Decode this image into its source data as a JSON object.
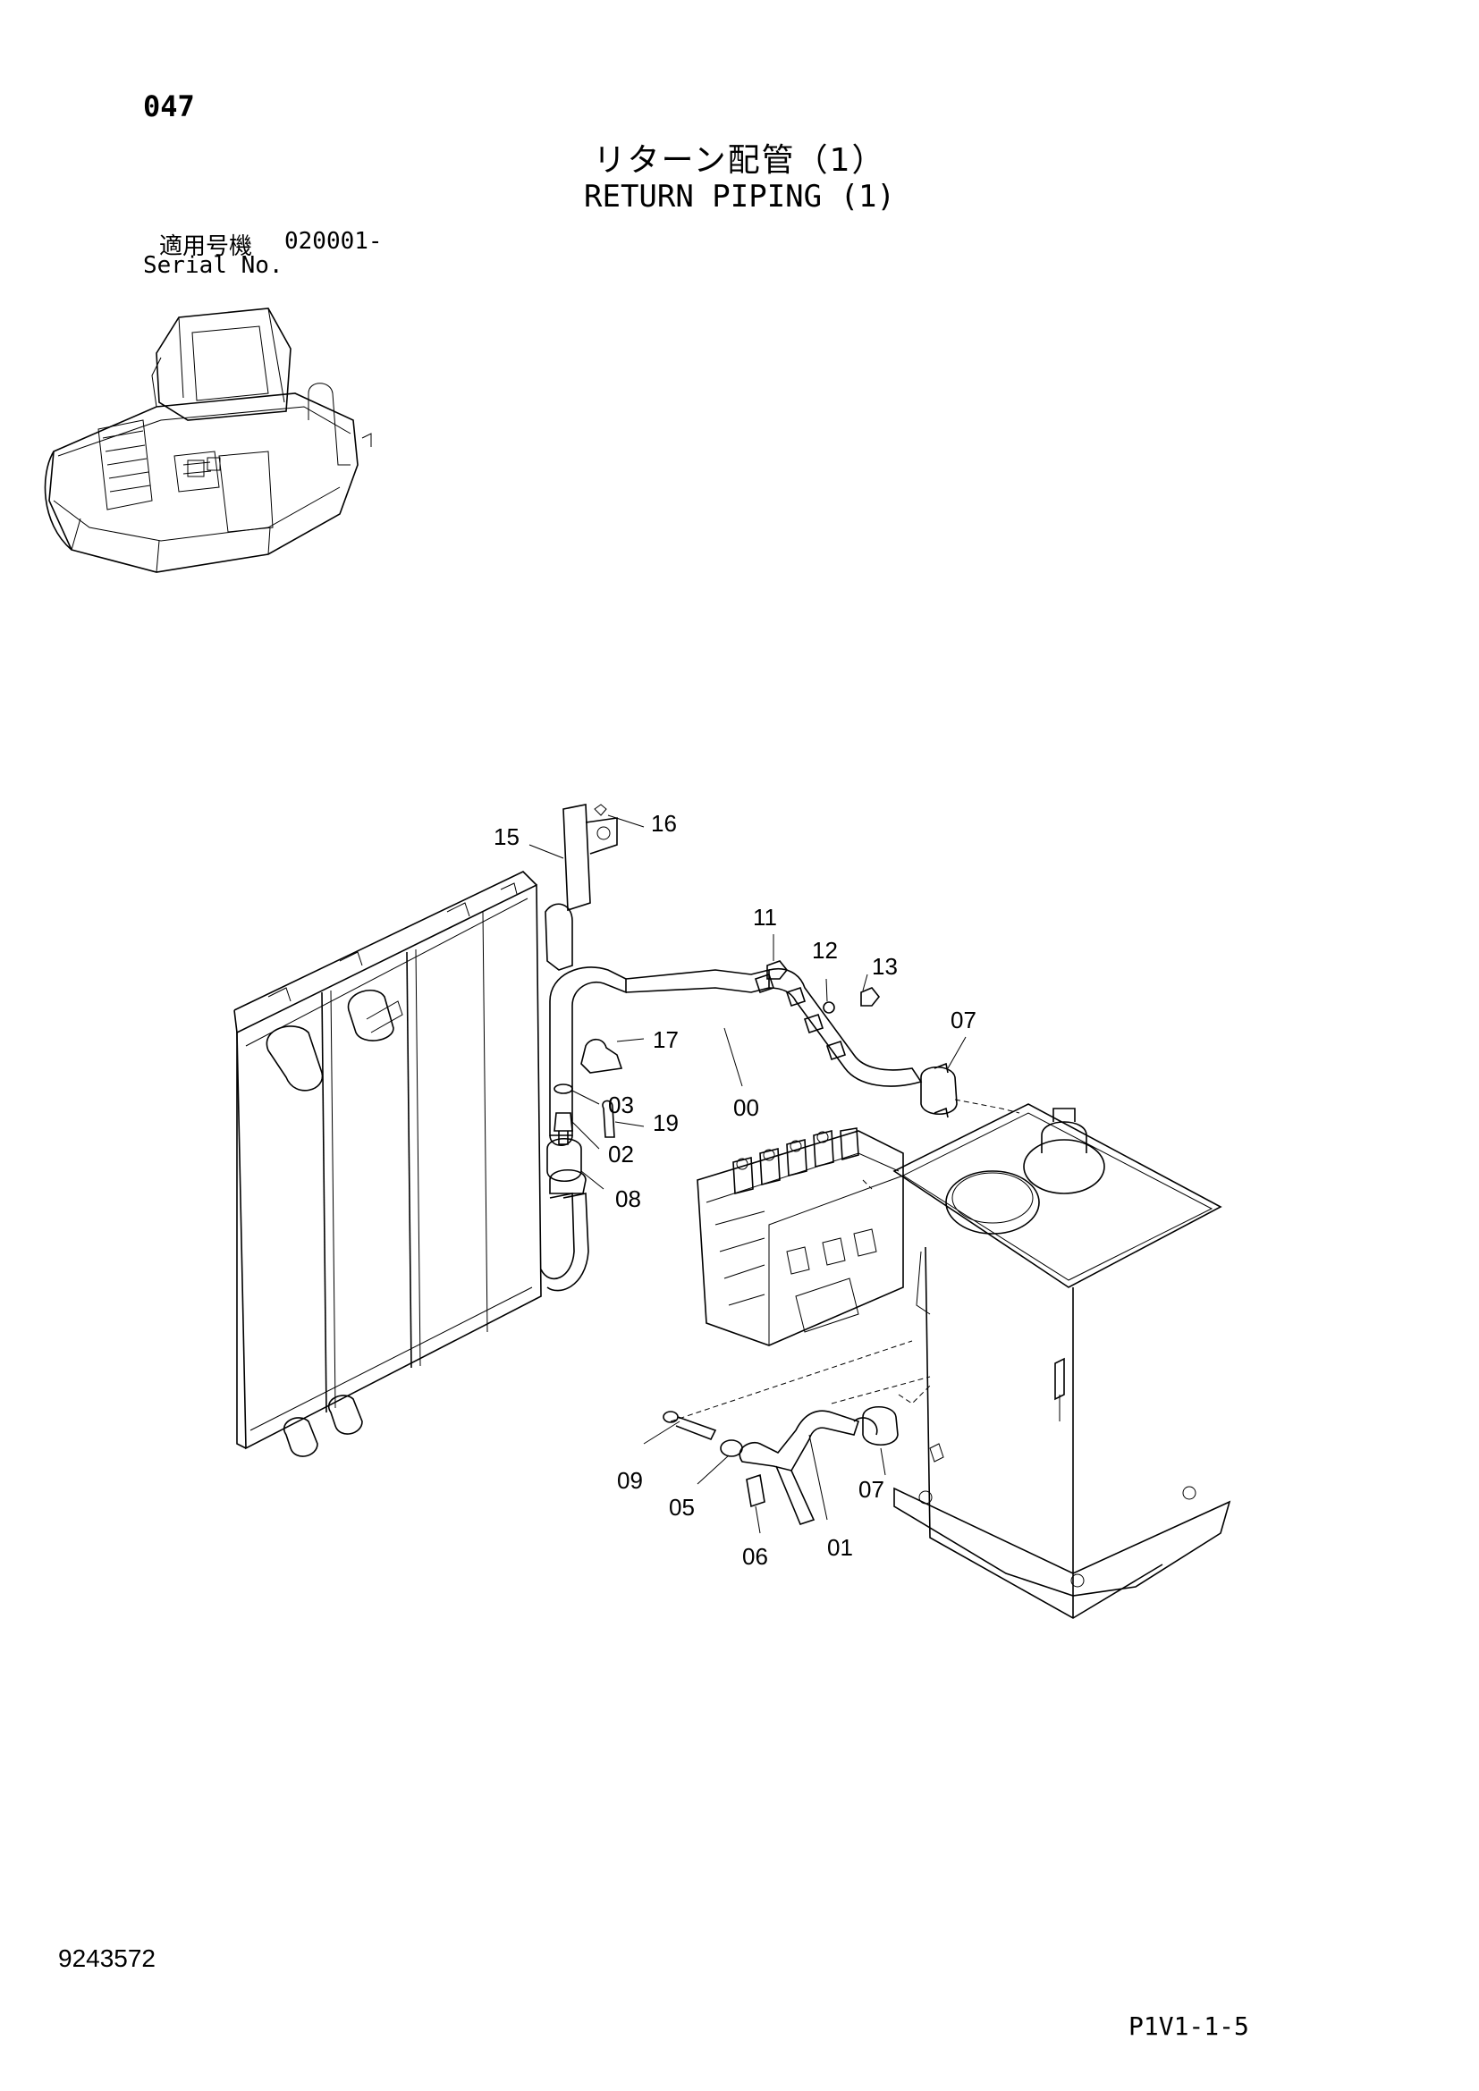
{
  "header": {
    "page_number": "047",
    "title_jp": "リターン配管（1）",
    "title_en": "RETURN PIPING (1)",
    "serial_label_jp": "適用号機",
    "serial_value": "020001-",
    "serial_label_en": "Serial No."
  },
  "callouts": {
    "p00": "00",
    "p01": "01",
    "p02": "02",
    "p03": "03",
    "p05": "05",
    "p06": "06",
    "p07a": "07",
    "p07b": "07",
    "p08": "08",
    "p09": "09",
    "p11": "11",
    "p12": "12",
    "p13": "13",
    "p15": "15",
    "p16": "16",
    "p17": "17",
    "p19": "19"
  },
  "footer": {
    "doc_number": "9243572",
    "page_code": "P1V1-1-5"
  }
}
